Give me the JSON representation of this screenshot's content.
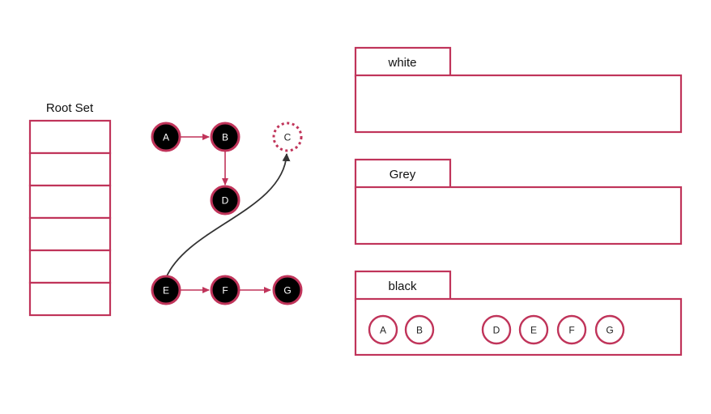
{
  "root_set": {
    "title": "Root Set",
    "slots": 6
  },
  "nodes": {
    "A": "A",
    "B": "B",
    "C": "C",
    "D": "D",
    "E": "E",
    "F": "F",
    "G": "G"
  },
  "sets": [
    {
      "label": "white",
      "members": []
    },
    {
      "label": "Grey",
      "members": []
    },
    {
      "label": "black",
      "members": [
        "A",
        "B",
        "D",
        "E",
        "F",
        "G"
      ]
    }
  ],
  "colors": {
    "accent": "#c0345a",
    "node_fill": "#000000",
    "curve": "#333333"
  }
}
